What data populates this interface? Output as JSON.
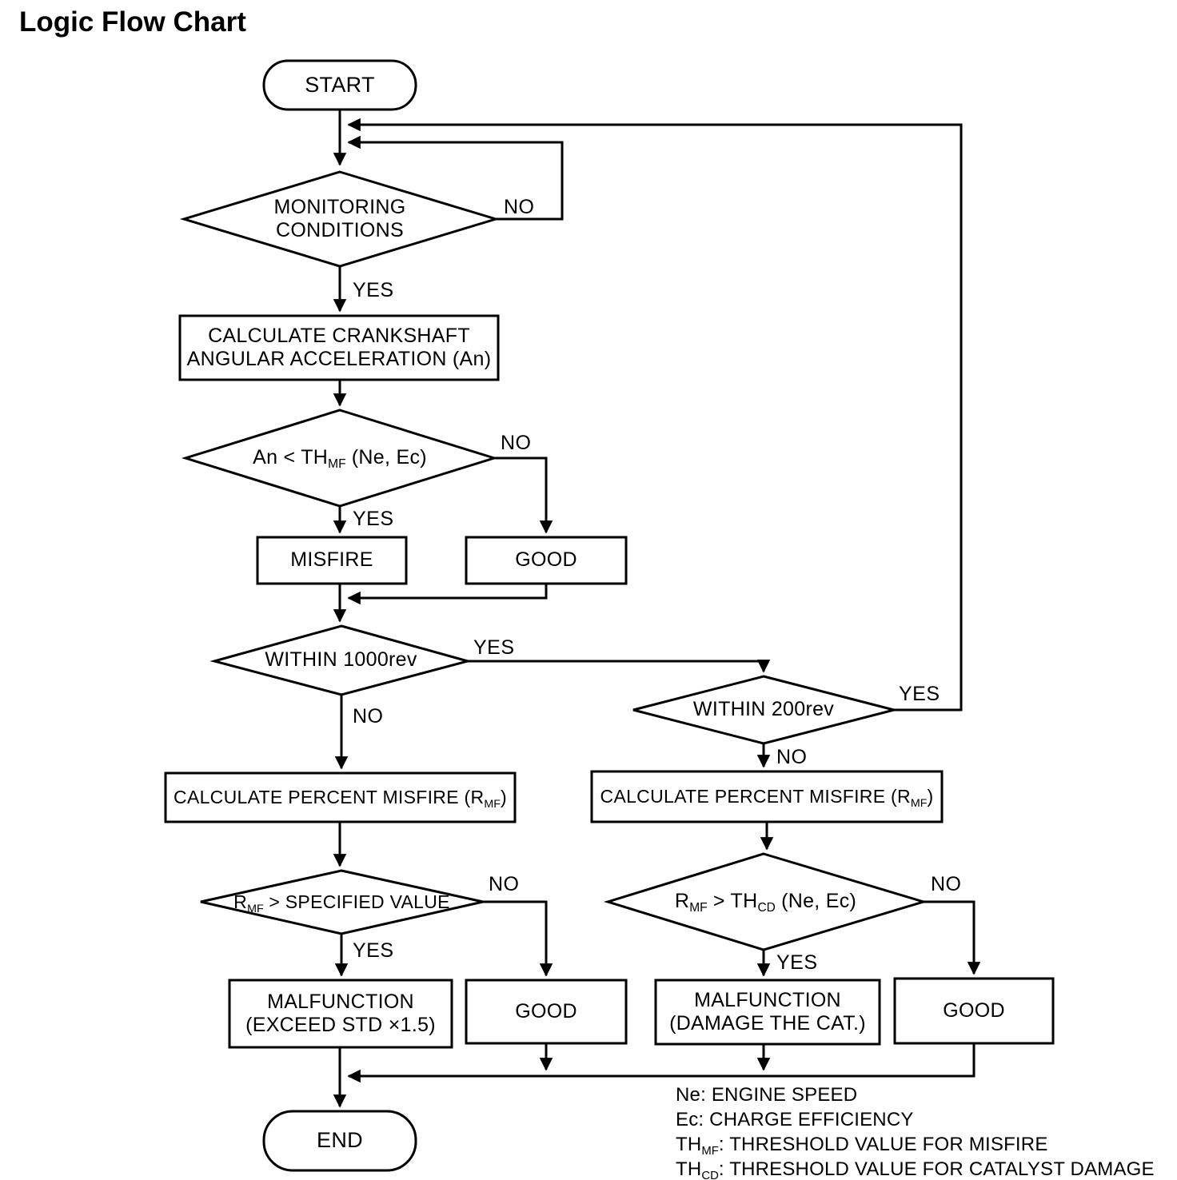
{
  "title": "Logic Flow Chart",
  "colors": {
    "line": "#000000",
    "background": "#ffffff",
    "text": "#000000"
  },
  "nodes": {
    "start": {
      "label": "START"
    },
    "monitoring": {
      "line1": "MONITORING",
      "line2": "CONDITIONS"
    },
    "calc_accel": {
      "line1": "CALCULATE CRANKSHAFT",
      "line2": "ANGULAR ACCELERATION (An)"
    },
    "an_th": {
      "pre": "An < TH",
      "sub": "MF",
      "post": " (Ne, Ec)"
    },
    "misfire": {
      "label": "MISFIRE"
    },
    "good1": {
      "label": "GOOD"
    },
    "within1000": {
      "label": "WITHIN 1000rev"
    },
    "within200": {
      "label": "WITHIN 200rev"
    },
    "calc_pct_left": {
      "pre": "CALCULATE PERCENT MISFIRE (R",
      "sub": "MF",
      "post": ")"
    },
    "calc_pct_right": {
      "pre": "CALCULATE PERCENT MISFIRE (R",
      "sub": "MF",
      "post": ")"
    },
    "rmf_spec": {
      "pre": "R",
      "sub": "MF",
      "post": " > SPECIFIED VALUE"
    },
    "rmf_thcd": {
      "pre": "R",
      "sub": "MF",
      "mid": " > TH",
      "sub2": "CD",
      "post": " (Ne, Ec)"
    },
    "malf_std": {
      "line1": "MALFUNCTION",
      "line2": "(EXCEED STD ×1.5)"
    },
    "good2": {
      "label": "GOOD"
    },
    "malf_cat": {
      "line1": "MALFUNCTION",
      "line2": "(DAMAGE THE CAT.)"
    },
    "good3": {
      "label": "GOOD"
    },
    "end": {
      "label": "END"
    }
  },
  "edge_labels": {
    "mon_no": "NO",
    "mon_yes": "YES",
    "an_no": "NO",
    "an_yes": "YES",
    "w1000_yes": "YES",
    "w1000_no": "NO",
    "w200_yes": "YES",
    "w200_no": "NO",
    "rspec_no": "NO",
    "rspec_yes": "YES",
    "rthcd_no": "NO",
    "rthcd_yes": "YES"
  },
  "legend": [
    {
      "pre": "Ne",
      "sub": "",
      "post": ": ENGINE SPEED"
    },
    {
      "pre": "Ec",
      "sub": "",
      "post": ": CHARGE EFFICIENCY"
    },
    {
      "pre": "TH",
      "sub": "MF",
      "post": ": THRESHOLD VALUE FOR MISFIRE"
    },
    {
      "pre": "TH",
      "sub": "CD",
      "post": ": THRESHOLD VALUE FOR CATALYST DAMAGE"
    }
  ]
}
